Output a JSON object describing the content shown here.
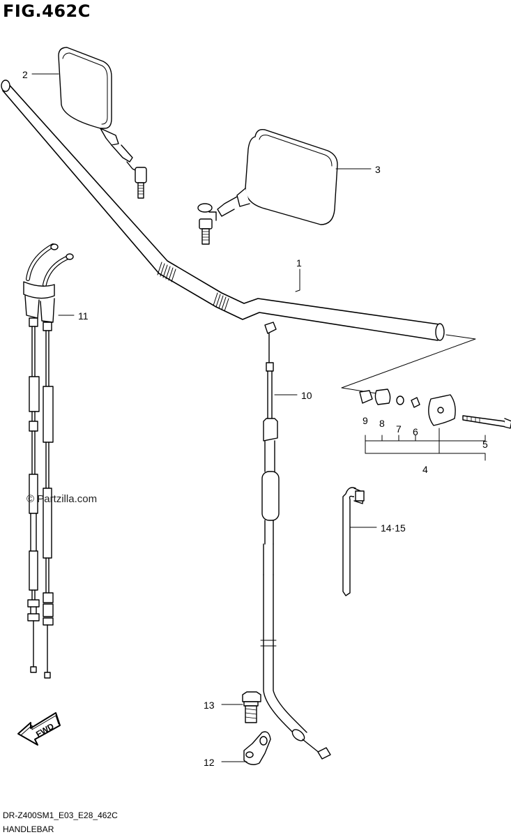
{
  "header": {
    "figure_title": "FIG.462C"
  },
  "watermark": "© Partzilla.com",
  "footer": {
    "code": "DR-Z400SM1_E03_E28_462C",
    "name": "HANDLEBAR"
  },
  "fwd_label": "FWD",
  "callouts": {
    "c1": "1",
    "c2": "2",
    "c3": "3",
    "c4": "4",
    "c5": "5",
    "c6": "6",
    "c7": "7",
    "c8": "8",
    "c9": "9",
    "c10": "10",
    "c11": "11",
    "c12": "12",
    "c13": "13",
    "c14": "14·15"
  },
  "colors": {
    "ink": "#000000",
    "paper": "#ffffff"
  }
}
